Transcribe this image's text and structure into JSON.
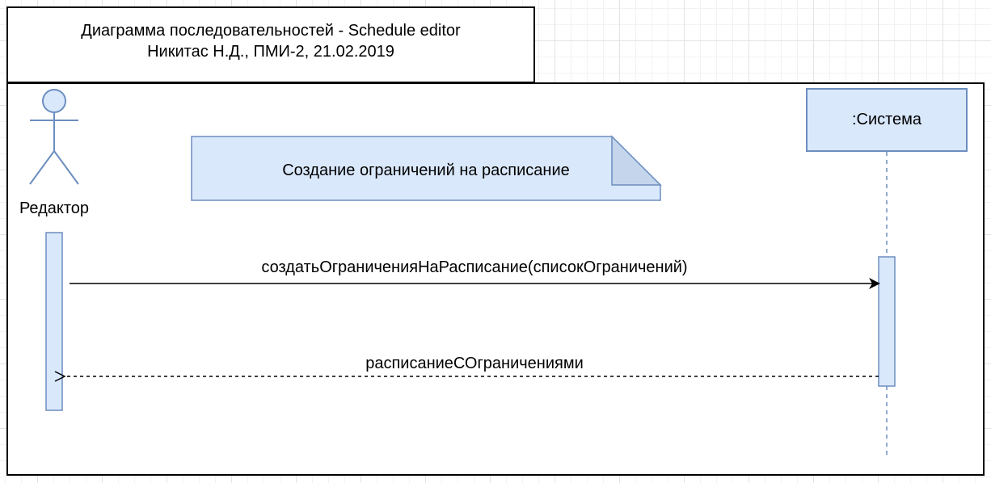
{
  "title": {
    "line1": "Диаграмма последовательностей - Schedule editor",
    "line2": "Никитас Н.Д., ПМИ-2, 21.02.2019"
  },
  "actor": {
    "label": "Редактор"
  },
  "system": {
    "label": ":Система"
  },
  "note": {
    "text": "Создание ограничений на расписание"
  },
  "messages": [
    {
      "label": "создатьОграниченияНаРасписание(списокОграничений)",
      "kind": "synchronous-call"
    },
    {
      "label": "расписаниеСОграничениями",
      "kind": "return"
    }
  ],
  "colors": {
    "fill": "#dae8fc",
    "stroke": "#6c8ebf",
    "line": "#000000"
  }
}
